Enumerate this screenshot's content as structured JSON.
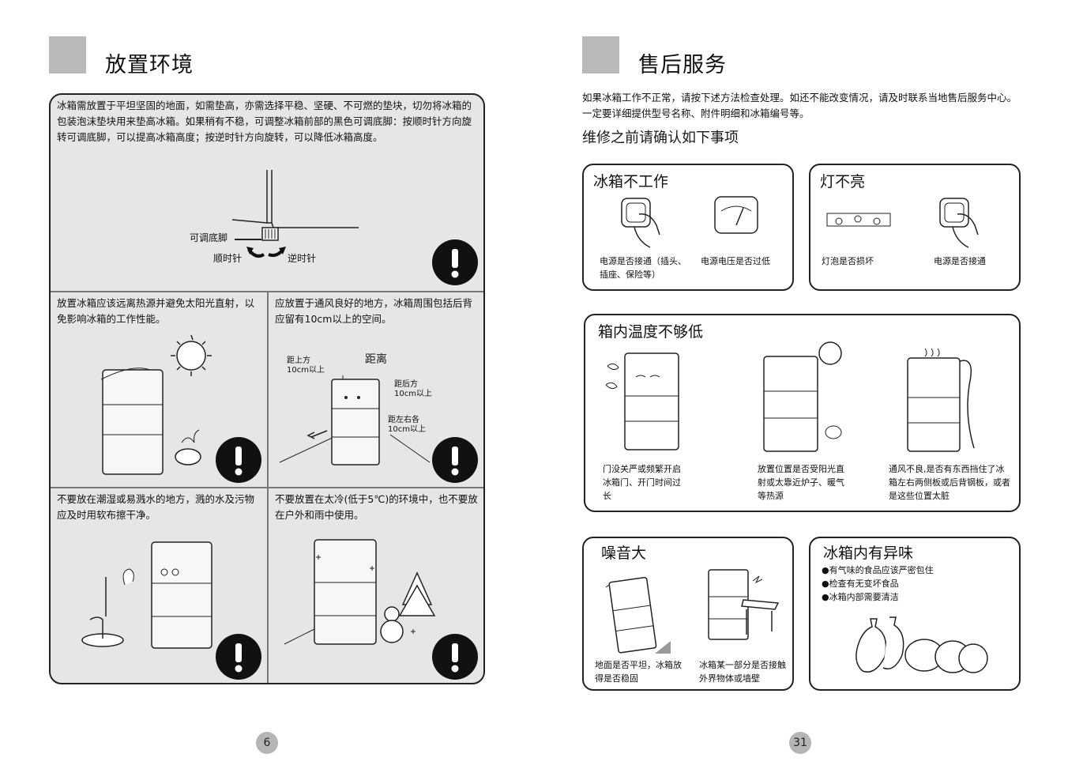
{
  "left_page": {
    "title": "放置环境",
    "top_text": "冰箱需放置于平坦坚固的地面，如需垫高，亦需选择平稳、坚硬、不可燃的垫块，切勿将冰箱的包装泡沫垫块用来垫高冰箱。如果稍有不稳，可调整冰箱前部的黑色可调底脚：按顺时针方向旋转可调底脚，可以提高冰箱高度；按逆时针方向旋转，可以降低冰箱高度。",
    "foot_label": "可调底脚",
    "clockwise_label": "顺时针",
    "counterclockwise_label": "逆时针",
    "cell_heat_text": "放置冰箱应该远离热源并避免太阳光直射，以免影响冰箱的工作性能。",
    "cell_vent_text": "应放置于通风良好的地方，冰箱周围包括后背应留有10cm以上的空间。",
    "vent_labels": {
      "distance": "距离",
      "top_a": "距上方",
      "top_b": "10cm以上",
      "back_a": "距后方",
      "back_b": "10cm以上",
      "side_a": "距左右各",
      "side_b": "10cm以上"
    },
    "cell_wet_text": "不要放在潮湿或易溅水的地方，溅的水及污物应及时用软布擦干净。",
    "cell_cold_text": "不要放置在太冷(低于5℃)的环境中，也不要放在户外和雨中使用。",
    "page_number": "6"
  },
  "right_page": {
    "title": "售后服务",
    "intro": "如果冰箱工作不正常，请按下述方法检查处理。如还不能改变情况，请及时联系当地售后服务中心。一定要详细提供型号名称、附件明细和冰箱编号等。",
    "subtitle": "维修之前请确认如下事项",
    "box_not_working": {
      "title": "冰箱不工作",
      "caption1": "电源是否接通（插头、插座、保险等）",
      "caption2": "电源电压是否过低"
    },
    "box_light": {
      "title": "灯不亮",
      "caption1": "灯泡是否损坏",
      "caption2": "电源是否接通"
    },
    "box_temp": {
      "title": "箱内温度不够低",
      "caption1": "门没关严或频繁开启冰箱门、开门时间过长",
      "caption2": "放置位置是否受阳光直射或太靠近炉子、暖气等热源",
      "caption3": "通风不良,是否有东西挡住了冰箱左右两侧板或后背钢板，或者是这些位置太脏"
    },
    "box_noise": {
      "title": "噪音大",
      "caption1": "地面是否平坦，冰箱放得是否稳固",
      "caption2": "冰箱某一部分是否接触外界物体或墙壁"
    },
    "box_smell": {
      "title": "冰箱内有异味",
      "items": [
        "●有气味的食品应该严密包住",
        "●检查有无变坏食品",
        "●冰箱内部需要清洁"
      ]
    },
    "page_number": "31"
  }
}
